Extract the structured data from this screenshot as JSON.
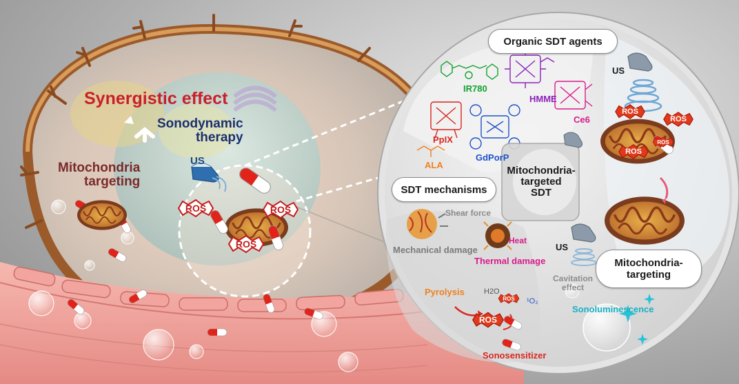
{
  "cell": {
    "synergy": "Synergistic effect",
    "sonodynamic": "Sonodynamic\ntherapy",
    "mito_targeting": "Mitochondria\ntargeting",
    "us": "US",
    "ros": "ROS"
  },
  "agents_panel": {
    "title": "Organic SDT agents",
    "agents": [
      "IR780",
      "HMME",
      "Ce6",
      "PpIX",
      "GdPorP",
      "ALA"
    ],
    "agent_colors": [
      "#12a12e",
      "#8a24b8",
      "#d81b8c",
      "#d8261e",
      "#1e53c8",
      "#f0801e"
    ]
  },
  "center": {
    "label": "Mitochondria-\ntargeted\nSDT"
  },
  "mechanisms_panel": {
    "title": "SDT mechanisms",
    "shear": "Shear force",
    "mechanical": "Mechanical damage",
    "heat": "Heat",
    "thermal": "Thermal damage",
    "us": "US",
    "cavitation": "Cavitation\neffect",
    "pyrolysis": "Pyrolysis",
    "h2o": "H2O",
    "singlet_o2": "¹O₂",
    "sonosensitizer": "Sonosensitizer",
    "sonoluminescence": "Sonoluminescence",
    "ros": "ROS"
  },
  "targeting_panel": {
    "us": "US",
    "ros": "ROS",
    "label": "Mitochondria-\ntargeting"
  },
  "colors": {
    "synergy": "#c8202a",
    "sonodynamic": "#1c2f6e",
    "mito_targeting": "#7a2a2a",
    "thermal": "#d81b8c",
    "pyrolysis": "#f0801e",
    "sonosensitizer": "#d8261e",
    "sonoluminescence": "#19b0c4"
  }
}
